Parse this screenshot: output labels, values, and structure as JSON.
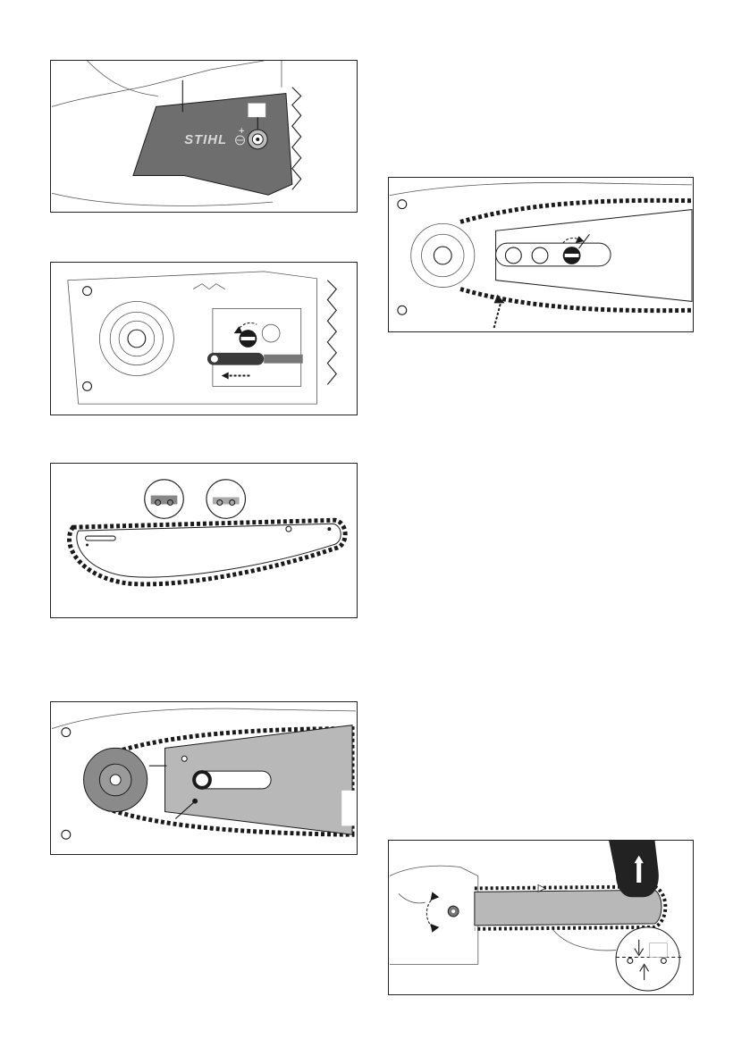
{
  "figures": [
    {
      "id": "fig1",
      "subject": "sprocket-cover"
    },
    {
      "id": "fig2",
      "subject": "chain-tensioner"
    },
    {
      "id": "fig3",
      "subject": "saw-chain-on-guide-bar"
    },
    {
      "id": "fig4",
      "subject": "guide-bar-on-sprocket"
    },
    {
      "id": "fig5",
      "subject": "tensioning-chain"
    },
    {
      "id": "fig6",
      "subject": "checking-chain-tension"
    }
  ],
  "labels": {
    "brand_logo": "STIHL"
  },
  "colors": {
    "outline": "#1a1a1a",
    "cover_fill": "#6e6e6e",
    "sprocket_fill": "#8a8a8a",
    "bar_fill": "#b8b8b8",
    "handle_fill": "#3a3a3a"
  }
}
